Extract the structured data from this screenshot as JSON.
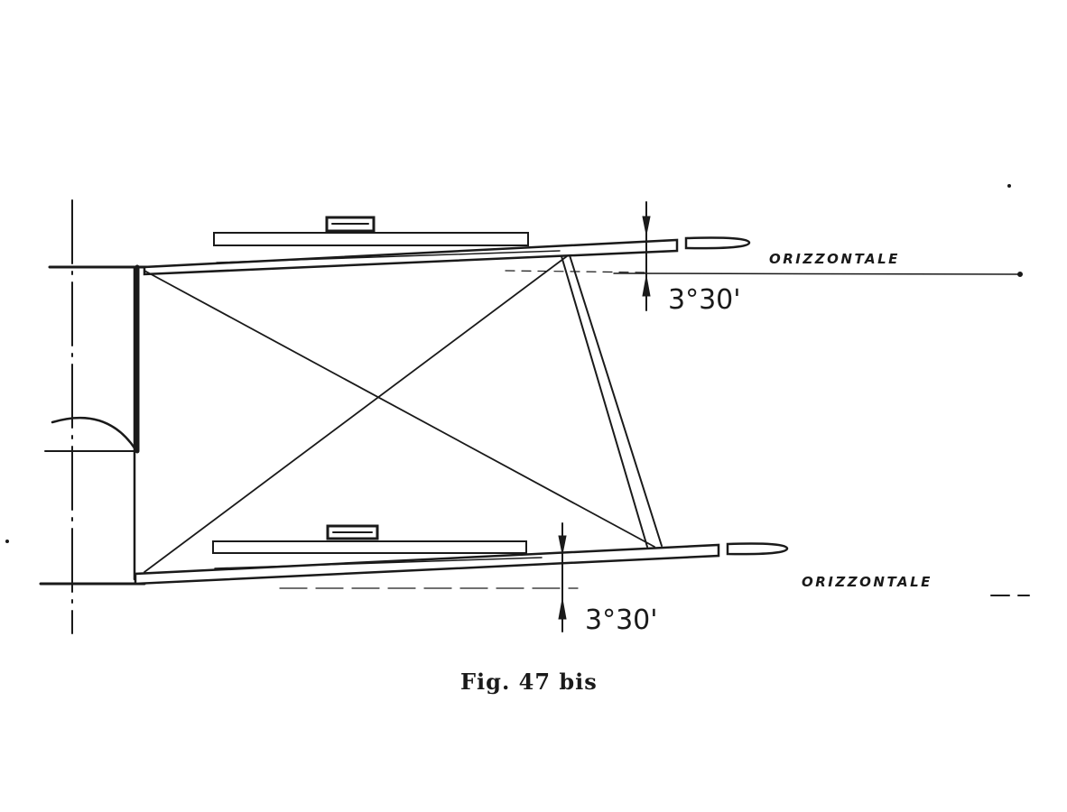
{
  "labels": {
    "horizontal_upper": "ORIZZONTALE",
    "horizontal_lower": "ORIZZONTALE",
    "angle_upper": "3°30'",
    "angle_lower": "3°30'"
  },
  "caption": "Fig. 47 bis",
  "colors": {
    "ink": "#1a1a1a",
    "background": "#ffffff"
  }
}
